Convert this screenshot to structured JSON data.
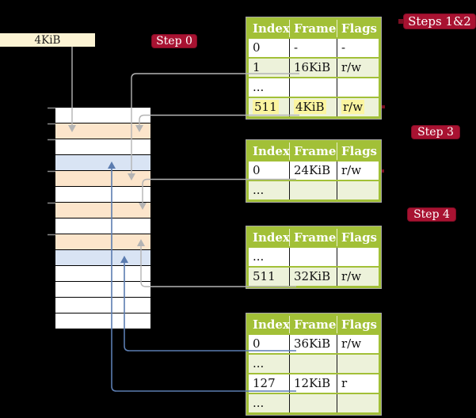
{
  "colors": {
    "background": "#000000",
    "table_green": "#a2c037",
    "row_tint": "#edf2da",
    "highlight_yellow": "#fbf5a0",
    "frame_orange": "#fce5cb",
    "frame_blue": "#d9e4f4",
    "frame_white": "#ffffff",
    "box_cream": "#fcf3d3",
    "badge_red": "#a81231",
    "badge_border": "#7d0c24",
    "connector_gray": "#b4b4b4",
    "connector_blue": "#5b7cb0",
    "tick_gray": "#8a8a8a",
    "stub_darkred": "#7a0e22"
  },
  "box": {
    "label": "4KiB"
  },
  "badges": {
    "step0": "Step 0",
    "steps12": "Steps 1&2",
    "step3": "Step 3",
    "step4": "Step 4"
  },
  "tables": [
    {
      "name": "level-1-page-table",
      "headers": [
        "Index",
        "Frame",
        "Flags"
      ],
      "rows": [
        {
          "cells": [
            "0",
            "-",
            "-"
          ],
          "tint": false,
          "highlight": false
        },
        {
          "cells": [
            "1",
            "16KiB",
            "r/w"
          ],
          "tint": true,
          "highlight": false
        },
        {
          "cells": [
            "...",
            "",
            ""
          ],
          "tint": false,
          "highlight": false
        },
        {
          "cells": [
            "511",
            "4KiB",
            "r/w"
          ],
          "tint": true,
          "highlight": true
        }
      ]
    },
    {
      "name": "level-2-page-table",
      "headers": [
        "Index",
        "Frame",
        "Flags"
      ],
      "rows": [
        {
          "cells": [
            "0",
            "24KiB",
            "r/w"
          ],
          "tint": false,
          "highlight": false
        },
        {
          "cells": [
            "...",
            "",
            ""
          ],
          "tint": true,
          "highlight": false
        }
      ]
    },
    {
      "name": "level-3-page-table",
      "headers": [
        "Index",
        "Frame",
        "Flags"
      ],
      "rows": [
        {
          "cells": [
            "...",
            "",
            ""
          ],
          "tint": false,
          "highlight": false
        },
        {
          "cells": [
            "511",
            "32KiB",
            "r/w"
          ],
          "tint": true,
          "highlight": false
        }
      ]
    },
    {
      "name": "level-4-page-table",
      "headers": [
        "Index",
        "Frame",
        "Flags"
      ],
      "rows": [
        {
          "cells": [
            "0",
            "36KiB",
            "r/w"
          ],
          "tint": false,
          "highlight": false
        },
        {
          "cells": [
            "...",
            "",
            ""
          ],
          "tint": true,
          "highlight": false
        },
        {
          "cells": [
            "127",
            "12KiB",
            "r"
          ],
          "tint": false,
          "highlight": false
        },
        {
          "cells": [
            "...",
            "",
            ""
          ],
          "tint": true,
          "highlight": false
        }
      ]
    }
  ],
  "memory": {
    "rows": [
      "white",
      "orange",
      "white",
      "blue",
      "orange",
      "white",
      "orange",
      "white",
      "orange",
      "blue",
      "white",
      "white",
      "white",
      "white"
    ]
  }
}
